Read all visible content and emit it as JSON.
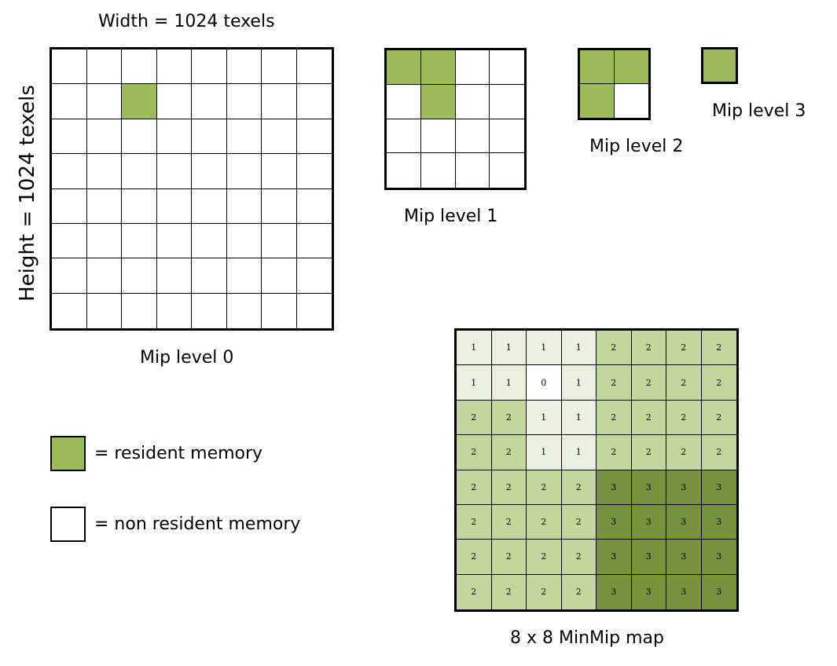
{
  "labels": {
    "width": "Width = 1024 texels",
    "height": "Height = 1024 texels",
    "mip0": "Mip level 0",
    "mip1": "Mip level 1",
    "mip2": "Mip level 2",
    "mip3": "Mip level 3",
    "minmip": "8 x 8 MinMip map"
  },
  "legend": {
    "resident": "= resident memory",
    "non_resident": "= non resident memory"
  },
  "colors": {
    "resident": "#9bbb59",
    "non_resident": "#ffffff",
    "minmip_level_0": "#ffffff",
    "minmip_level_1": "#ebf1de",
    "minmip_level_2": "#c4d79b",
    "minmip_level_3": "#76923c"
  },
  "mip_levels": [
    {
      "level": 0,
      "size": 8,
      "resident": [
        [
          1,
          2
        ]
      ]
    },
    {
      "level": 1,
      "size": 4,
      "resident": [
        [
          0,
          0
        ],
        [
          0,
          1
        ],
        [
          1,
          1
        ]
      ]
    },
    {
      "level": 2,
      "size": 2,
      "resident": [
        [
          0,
          0
        ],
        [
          0,
          1
        ],
        [
          1,
          0
        ]
      ]
    },
    {
      "level": 3,
      "size": 1,
      "resident": [
        [
          0,
          0
        ]
      ]
    }
  ],
  "minmip_map": [
    [
      "1",
      "1",
      "1",
      "1",
      "2",
      "2",
      "2",
      "2"
    ],
    [
      "1",
      "1",
      "0",
      "1",
      "2",
      "2",
      "2",
      "2"
    ],
    [
      "2",
      "2",
      "1",
      "1",
      "2",
      "2",
      "2",
      "2"
    ],
    [
      "2",
      "2",
      "1",
      "1",
      "2",
      "2",
      "2",
      "2"
    ],
    [
      "2",
      "2",
      "2",
      "2",
      "3",
      "3",
      "3",
      "3"
    ],
    [
      "2",
      "2",
      "2",
      "2",
      "3",
      "3",
      "3",
      "3"
    ],
    [
      "2",
      "2",
      "2",
      "2",
      "3",
      "3",
      "3",
      "3"
    ],
    [
      "2",
      "2",
      "2",
      "2",
      "3",
      "3",
      "3",
      "3"
    ]
  ]
}
